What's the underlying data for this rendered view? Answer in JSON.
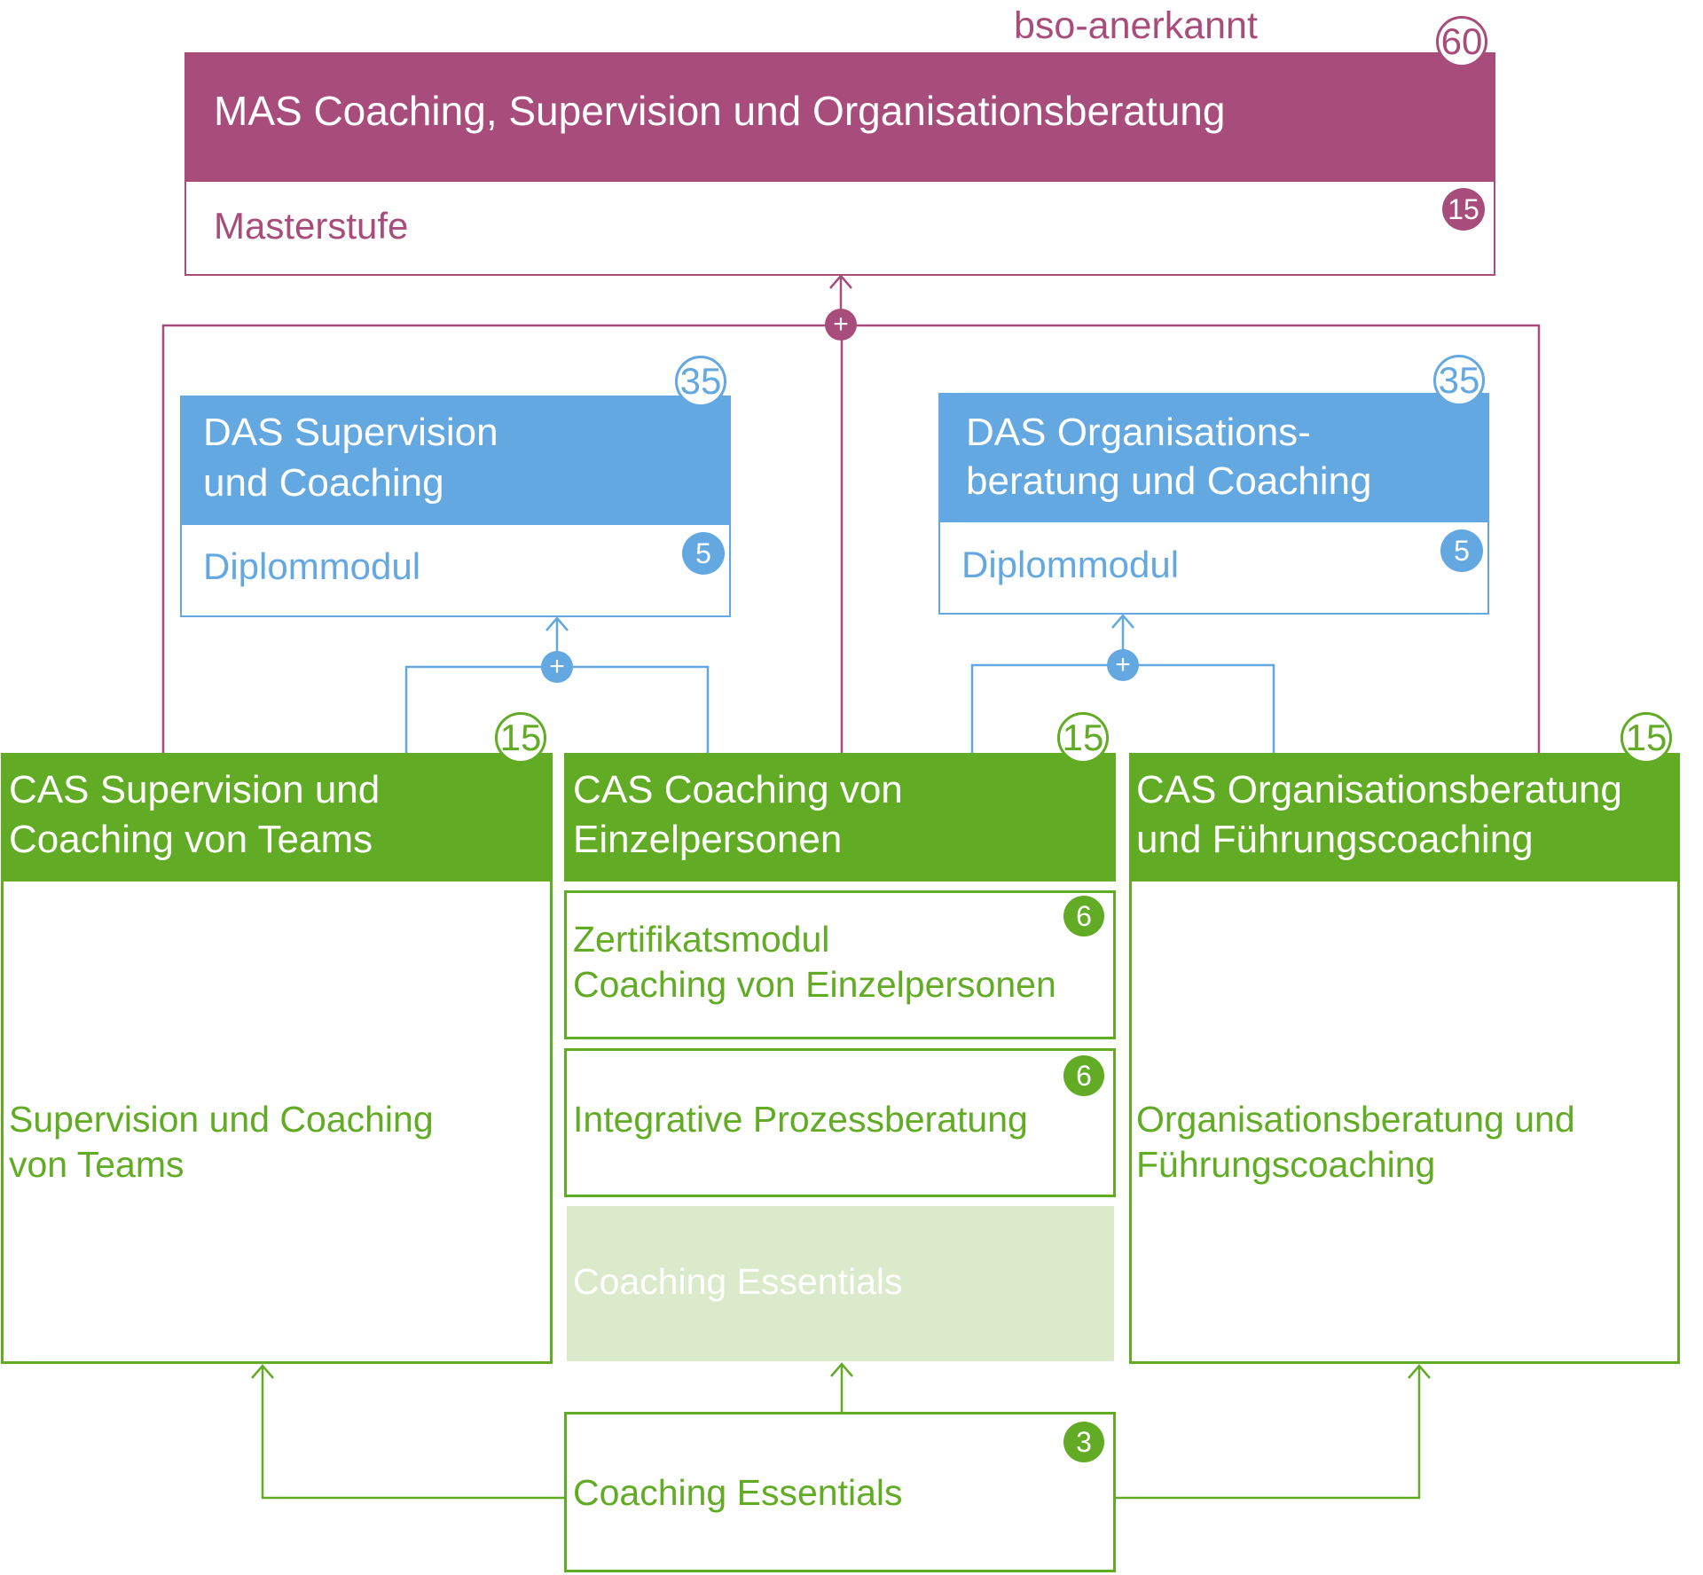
{
  "colors": {
    "mas": "#A84C7B",
    "das": "#64A8E2",
    "cas": "#62AB24",
    "inherited_module": "#DAEACB"
  },
  "recognition_label": "bso-anerkannt",
  "mas": {
    "title": "MAS Coaching, Supervision und Organisationsberatung",
    "total_credits": "60",
    "module": {
      "label": "Masterstufe",
      "credits": "15"
    }
  },
  "das": [
    {
      "title_lines": [
        "DAS Supervision",
        "und Coaching"
      ],
      "total_credits": "35",
      "module": {
        "label": "Diplommodul",
        "credits": "5"
      }
    },
    {
      "title_lines": [
        "DAS Organisations-",
        "beratung und Coaching"
      ],
      "total_credits": "35",
      "module": {
        "label": "Diplommodul",
        "credits": "5"
      }
    }
  ],
  "cas": [
    {
      "title_lines": [
        "CAS Supervision und",
        "Coaching von Teams"
      ],
      "total_credits": "15",
      "body_lines": [
        "Supervision und Coaching",
        "von Teams"
      ]
    },
    {
      "title_lines": [
        "CAS Coaching von",
        "Einzelpersonen"
      ],
      "total_credits": "15",
      "modules": [
        {
          "label_lines": [
            "Zertifikatsmodul",
            "Coaching von Einzelpersonen"
          ],
          "credits": "6"
        },
        {
          "label_lines": [
            "Integrative Prozessberatung"
          ],
          "credits": "6"
        },
        {
          "label_lines": [
            "Coaching Essentials"
          ],
          "inherited": true
        }
      ]
    },
    {
      "title_lines": [
        "CAS Organisationsberatung",
        "und Führungscoaching"
      ],
      "total_credits": "15",
      "body_lines": [
        "Organisationsberatung und",
        "Führungscoaching"
      ]
    }
  ],
  "base_module": {
    "label": "Coaching Essentials",
    "credits": "3"
  },
  "connector_symbols": {
    "combine": "+"
  }
}
